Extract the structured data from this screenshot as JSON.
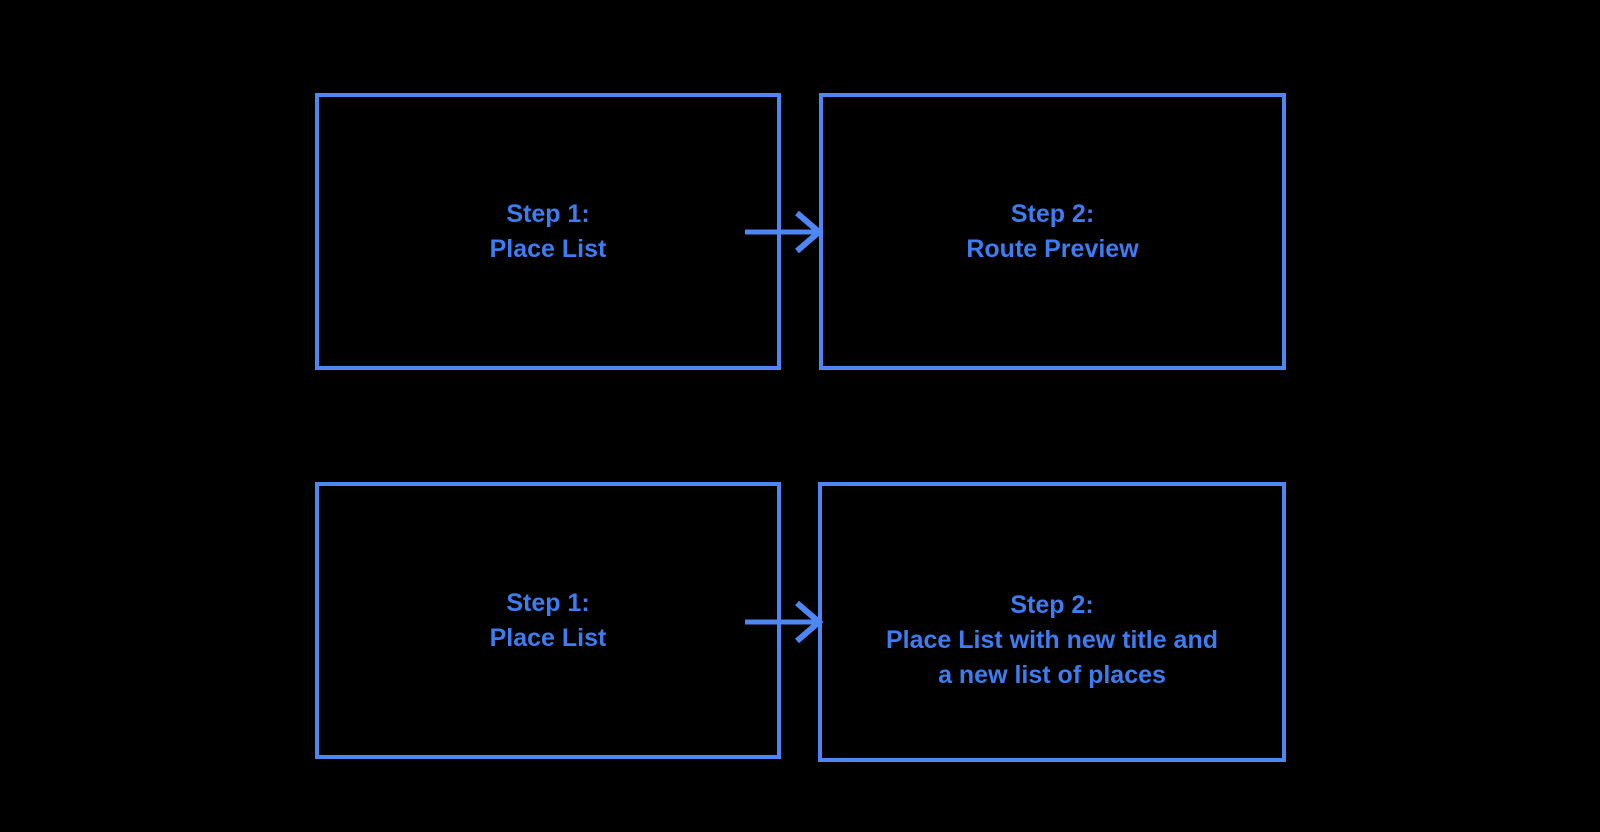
{
  "canvas": {
    "background_color": "#000000",
    "accent_color": "#4e87f4",
    "text_color": "#3e7cf1"
  },
  "flows": [
    {
      "source_label": "Step 1:\nPlace List",
      "target_label": "Step 2:\nRoute Preview"
    },
    {
      "source_label": "Step 1:\nPlace List",
      "target_label": "Step 2:\nPlace List with new title and\na new list of places"
    }
  ]
}
